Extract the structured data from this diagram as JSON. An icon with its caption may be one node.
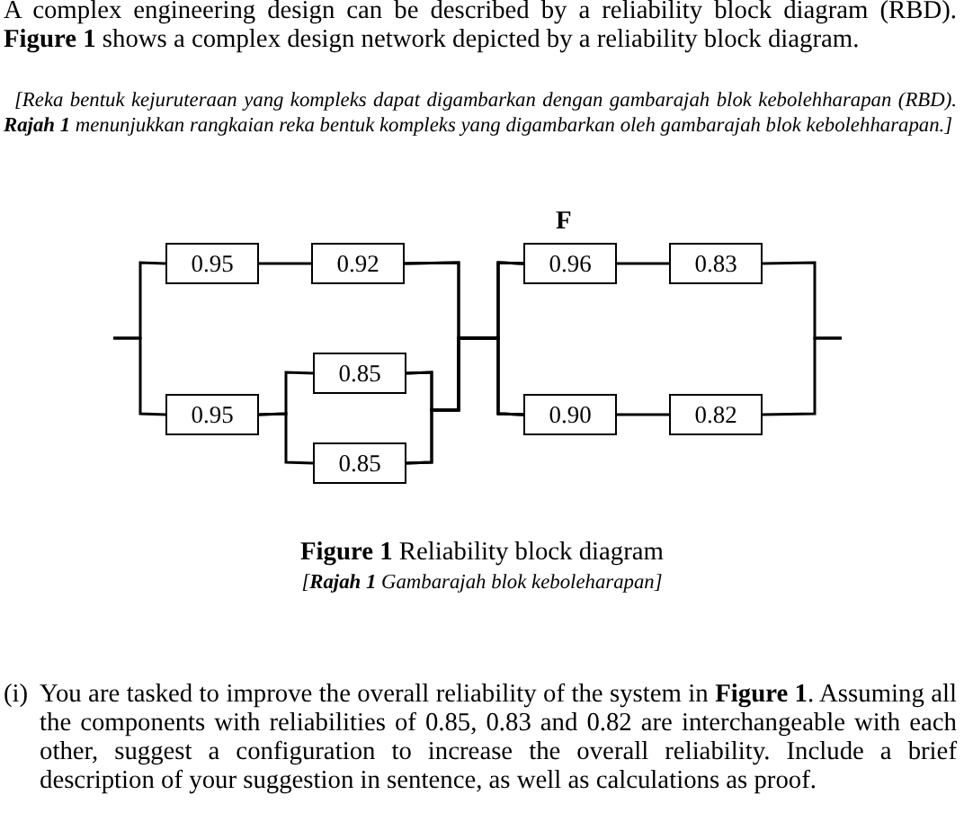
{
  "diagram": {
    "caption": "**Figure 1** Reliability block diagram",
    "nodes": [
      {
        "text": [
          "0.95"
        ]
      },
      {
        "text": [
          "0.92"
        ]
      },
      {
        "text": [
          "0.96"
        ],
        "beside": [
          "F"
        ]
      },
      {
        "text": [
          "0.83"
        ]
      },
      {
        "text": [
          "0.85"
        ]
      },
      {
        "text": [
          "0.95"
        ]
      },
      {
        "text": [
          "0.90"
        ]
      },
      {
        "text": [
          "0.82"
        ]
      },
      {
        "text": [
          "0.85"
        ]
      }
    ],
    "edges": [
      {
        "from": null,
        "to": 0,
        "arrow": "none"
      },
      {
        "from": null,
        "to": 5,
        "arrow": "none"
      },
      {
        "from": 0,
        "to": 1,
        "arrow": "none"
      },
      {
        "from": 5,
        "to": 4,
        "arrow": "none"
      },
      {
        "from": 5,
        "to": 8,
        "arrow": "none"
      },
      {
        "from": 1,
        "to": 2,
        "arrow": "none"
      },
      {
        "from": 1,
        "to": 6,
        "arrow": "none"
      },
      {
        "from": 4,
        "to": 2,
        "arrow": "none"
      },
      {
        "from": 4,
        "to": 6,
        "arrow": "none"
      },
      {
        "from": 8,
        "to": 2,
        "arrow": "none"
      },
      {
        "from": 8,
        "to": 6,
        "arrow": "none"
      },
      {
        "from": 2,
        "to": 3,
        "arrow": "none"
      },
      {
        "from": 6,
        "to": 7,
        "arrow": "none"
      },
      {
        "from": 3,
        "to": null,
        "arrow": "none"
      },
      {
        "from": 7,
        "to": null,
        "arrow": "none"
      }
    ],
    "labels": [
      "A complex engineering design can be described by a reliability block diagram (RBD). **Figure 1** shows a complex design network depicted by a reliability block diagram.",
      "[Reka bentuk kejuruteraan yang kompleks dapat digambarkan dengan gambarajah blok kebolehharapan (RBD). **Rajah 1** menunjukkan rangkaian reka bentuk kompleks yang digambarkan oleh gambarajah blok kebolehharapan.]",
      "[**Rajah 1** Gambarajah blok keboleharapan]",
      "(i)",
      "You are tasked to improve the overall reliability of the system in **Figure 1**. Assuming all the components with reliabilities of 0.85, 0.83 and 0.82 are interchangeable with each other, suggest a configuration to increase the overall reliability. Include a brief description of your suggestion in sentence, as well as calculations as proof."
    ]
  }
}
